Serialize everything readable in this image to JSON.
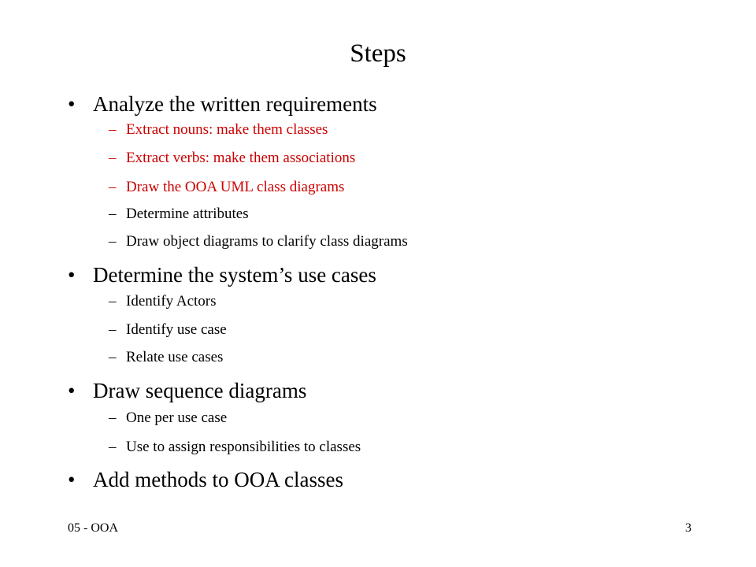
{
  "slide": {
    "title": "Steps",
    "bullet_char": "•",
    "dash_char": "–",
    "text_color": "#000000",
    "highlight_color": "#cc0000",
    "items": [
      {
        "label": "Analyze the written requirements",
        "subitems": [
          {
            "label": "Extract nouns: make them classes",
            "highlight": true
          },
          {
            "label": "Extract verbs: make them associations",
            "highlight": true
          },
          {
            "label": "Draw the OOA UML class diagrams",
            "highlight": true
          },
          {
            "label": "Determine attributes",
            "highlight": false
          },
          {
            "label": "Draw object diagrams to clarify class diagrams",
            "highlight": false
          }
        ]
      },
      {
        "label": "Determine the system’s use cases",
        "subitems": [
          {
            "label": "Identify Actors",
            "highlight": false
          },
          {
            "label": "Identify use case",
            "highlight": false
          },
          {
            "label": "Relate use cases",
            "highlight": false
          }
        ]
      },
      {
        "label": "Draw sequence diagrams",
        "subitems": [
          {
            "label": "One per use case",
            "highlight": false
          },
          {
            "label": "Use to assign responsibilities to classes",
            "highlight": false
          }
        ]
      },
      {
        "label": "Add methods to OOA classes",
        "subitems": []
      }
    ]
  },
  "footer": {
    "left": "05 - OOA",
    "page_number": "3"
  }
}
